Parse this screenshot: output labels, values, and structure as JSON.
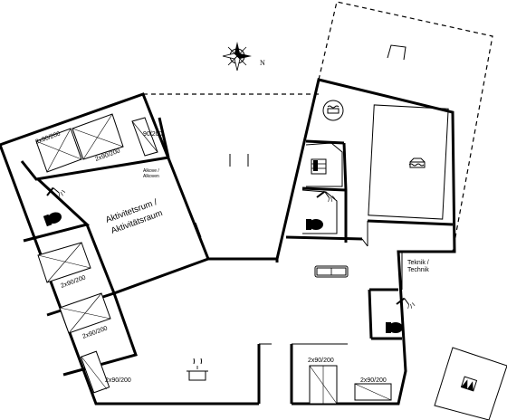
{
  "plan": {
    "compass": {
      "north_label": "N"
    },
    "rooms": {
      "activity": {
        "label_line1": "Aktivitetsrum /",
        "label_line2": "Aktivitätsraum"
      },
      "technik": {
        "label_line1": "Teknik /",
        "label_line2": "Technik"
      }
    },
    "beds": {
      "b1": "2x90/200",
      "b2": "2x90/200",
      "b3": "90/200",
      "b3_note_line1": "Alkove /",
      "b3_note_line2": "Alkoven",
      "b4": "2x90/200",
      "b5": "2x90/200",
      "b6": "2x90/200",
      "b7": "2x90/200",
      "b8": "2x90/200"
    },
    "icons": [
      "compass-icon",
      "whirlpool-icon",
      "pool-icon",
      "sauna-icon",
      "shower-icon",
      "toilet-icon",
      "sofa-icon",
      "kitchen-pot-icon",
      "door-icon"
    ]
  }
}
